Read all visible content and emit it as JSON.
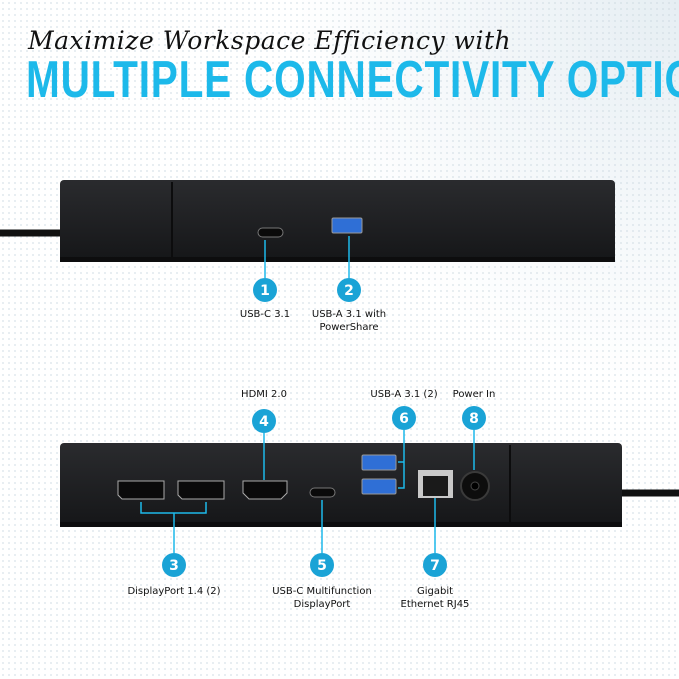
{
  "header": {
    "tagline": "Maximize Workspace Efficiency with",
    "title": "MULTIPLE CONNECTIVITY OPTIONS"
  },
  "colors": {
    "accent": "#1db9ea",
    "dock": "#1c1d1f",
    "port_blue": "#2f6fd6"
  },
  "front_ports": [
    {
      "number": "1",
      "label": "USB-C 3.1"
    },
    {
      "number": "2",
      "label_line1": "USB-A 3.1 with",
      "label_line2": "PowerShare"
    }
  ],
  "rear_ports": [
    {
      "number": "3",
      "label": "DisplayPort 1.4 (2)"
    },
    {
      "number": "4",
      "label": "HDMI 2.0"
    },
    {
      "number": "5",
      "label_line1": "USB-C Multifunction",
      "label_line2": "DisplayPort"
    },
    {
      "number": "6",
      "label": "USB-A 3.1 (2)"
    },
    {
      "number": "7",
      "label_line1": "Gigabit",
      "label_line2": "Ethernet RJ45"
    },
    {
      "number": "8",
      "label": "Power In"
    }
  ]
}
